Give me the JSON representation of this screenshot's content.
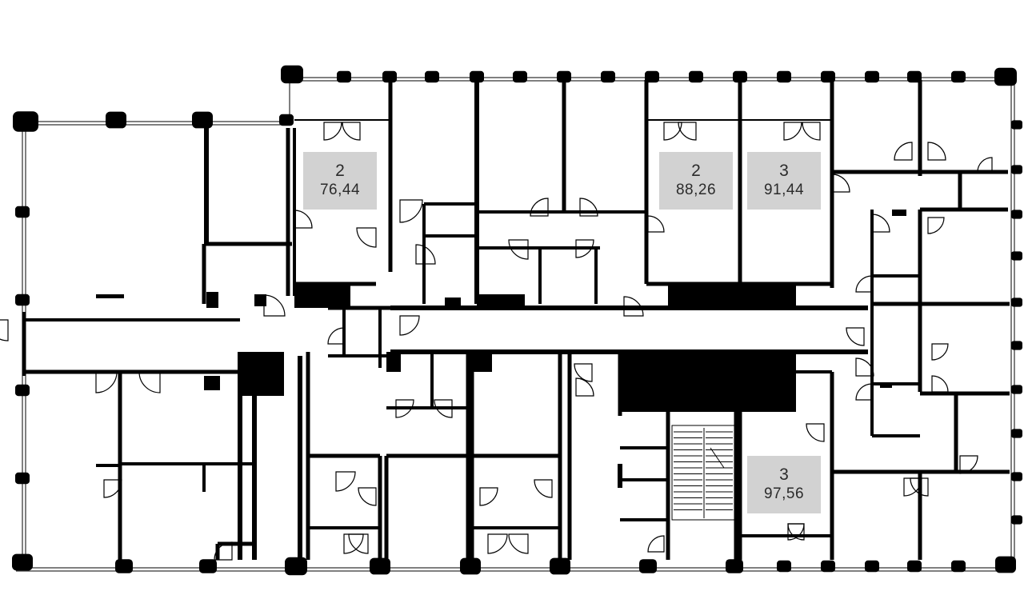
{
  "apartments": [
    {
      "rooms": "2",
      "area": "76,44"
    },
    {
      "rooms": "2",
      "area": "88,26"
    },
    {
      "rooms": "3",
      "area": "91,44"
    },
    {
      "rooms": "3",
      "area": "97,56"
    }
  ],
  "colors": {
    "wall": "#000000",
    "label_bg": "#d2d2d2",
    "label_text": "#2b2b2b",
    "background": "#ffffff"
  }
}
